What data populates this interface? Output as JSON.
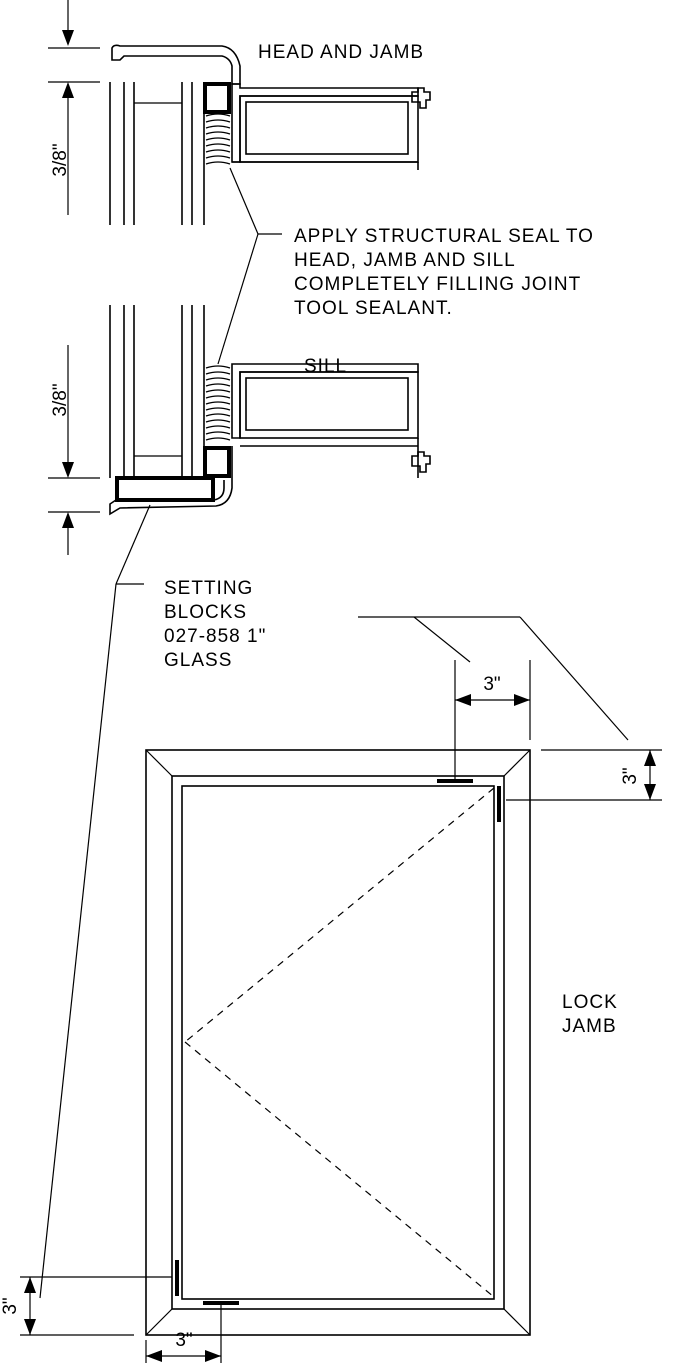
{
  "labels": {
    "head_and_jamb": "HEAD AND JAMB",
    "seal_note_1": "APPLY STRUCTURAL SEAL TO",
    "seal_note_2": "HEAD, JAMB AND SILL",
    "seal_note_3": "COMPLETELY FILLING JOINT",
    "seal_note_4": "TOOL SEALANT.",
    "sill": "SILL",
    "setting_1": "SETTING",
    "setting_2": "BLOCKS",
    "setting_3": "027-858 1\"",
    "setting_4": "GLASS",
    "lock_1": "LOCK",
    "lock_2": "JAMB"
  },
  "dimensions": {
    "head_gap": "3/8\"",
    "sill_gap": "3/8\"",
    "top_block_offset": "3\"",
    "right_block_offset": "3\"",
    "left_block_offset": "3\"",
    "bottom_block_offset": "3\""
  }
}
